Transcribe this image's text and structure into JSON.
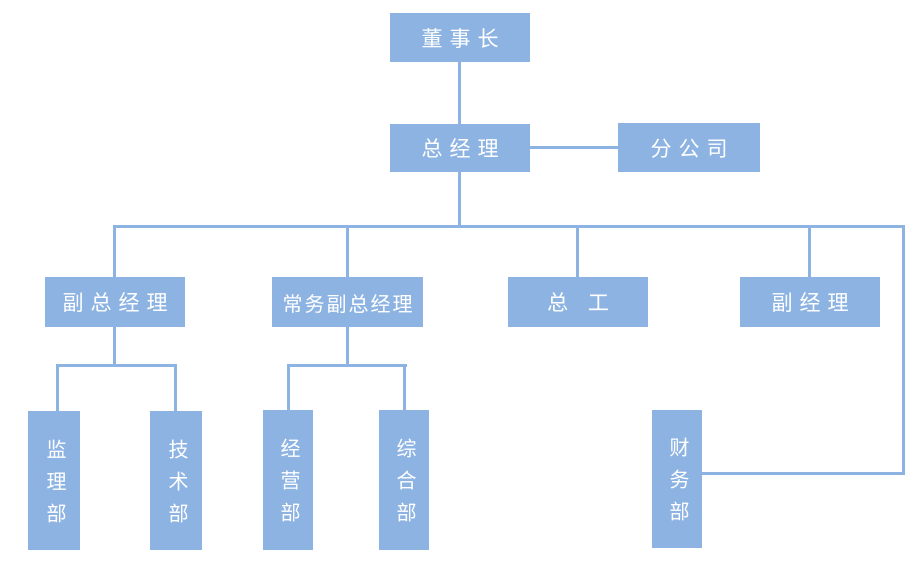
{
  "diagram": {
    "type": "org-chart",
    "colors": {
      "node_fill": "#8DB3E2",
      "connector": "#8DB3E2",
      "text": "#FFFFFF",
      "background": "#FFFFFF"
    },
    "nodes": {
      "chairman": {
        "label": "董事长"
      },
      "general_manager": {
        "label": "总经理"
      },
      "branch_company": {
        "label": "分公司"
      },
      "deputy_gm": {
        "label": "副总经理"
      },
      "executive_deputy_gm": {
        "label": "常务副总经理"
      },
      "chief_engineer": {
        "label": "总 工"
      },
      "deputy_manager": {
        "label": "副经理"
      },
      "supervision_dept": {
        "label": "监理部"
      },
      "technical_dept": {
        "label": "技术部"
      },
      "operations_dept": {
        "label": "经营部"
      },
      "general_affairs_dept": {
        "label": "综合部"
      },
      "finance_dept": {
        "label": "财务部"
      }
    },
    "edges": [
      {
        "from": "chairman",
        "to": "general_manager"
      },
      {
        "from": "general_manager",
        "to": "branch_company"
      },
      {
        "from": "general_manager",
        "to": "deputy_gm"
      },
      {
        "from": "general_manager",
        "to": "executive_deputy_gm"
      },
      {
        "from": "general_manager",
        "to": "chief_engineer"
      },
      {
        "from": "general_manager",
        "to": "deputy_manager"
      },
      {
        "from": "general_manager",
        "to": "finance_dept"
      },
      {
        "from": "deputy_gm",
        "to": "supervision_dept"
      },
      {
        "from": "deputy_gm",
        "to": "technical_dept"
      },
      {
        "from": "executive_deputy_gm",
        "to": "operations_dept"
      },
      {
        "from": "executive_deputy_gm",
        "to": "general_affairs_dept"
      }
    ]
  }
}
